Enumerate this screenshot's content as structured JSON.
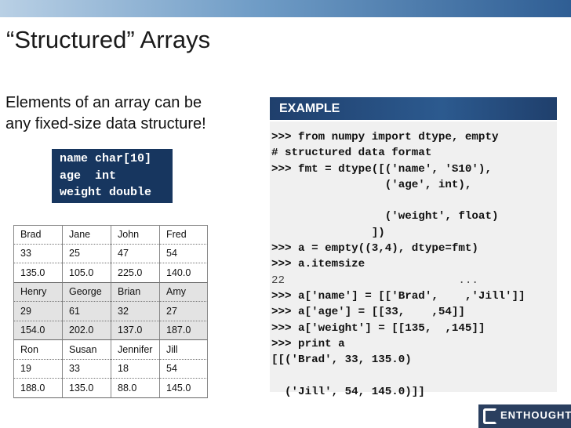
{
  "slide": {
    "title": "“Structured” Arrays",
    "intro_lines": [
      "Elements of an array can be",
      "any fixed-size data structure!"
    ]
  },
  "structure_box": {
    "lines": [
      "name char[10]",
      "age  int",
      "weight double"
    ]
  },
  "grid": {
    "rows": [
      [
        "Brad",
        "Jane",
        "John",
        "Fred"
      ],
      [
        "33",
        "25",
        "47",
        "54"
      ],
      [
        "135.0",
        "105.0",
        "225.0",
        "140.0"
      ],
      [
        "Henry",
        "George",
        "Brian",
        "Amy"
      ],
      [
        "29",
        "61",
        "32",
        "27"
      ],
      [
        "154.0",
        "202.0",
        "137.0",
        "187.0"
      ],
      [
        "Ron",
        "Susan",
        "Jennifer",
        "Jill"
      ],
      [
        "19",
        "33",
        "18",
        "54"
      ],
      [
        "188.0",
        "135.0",
        "88.0",
        "145.0"
      ]
    ]
  },
  "example": {
    "heading": "EXAMPLE",
    "code_lines": [
      ">>> from numpy import dtype, empty",
      "# structured data format",
      ">>> fmt = dtype([('name', 'S10'),",
      "                 ('age', int),",
      "",
      "                 ('weight', float)",
      "               ])",
      ">>> a = empty((3,4), dtype=fmt)",
      ">>> a.itemsize",
      "22                          ...",
      ">>> a['name'] = [['Brad',    ,'Jill']]",
      ">>> a['age'] = [[33,    ,54]]",
      ">>> a['weight'] = [[135,  ,145]]",
      ">>> print a",
      "[[('Brad', 33, 135.0)",
      "",
      "  ('Jill', 54, 145.0)]]"
    ]
  },
  "logo": {
    "text": "ENTHOUGHT",
    "icon": "enthought-logo-icon"
  }
}
